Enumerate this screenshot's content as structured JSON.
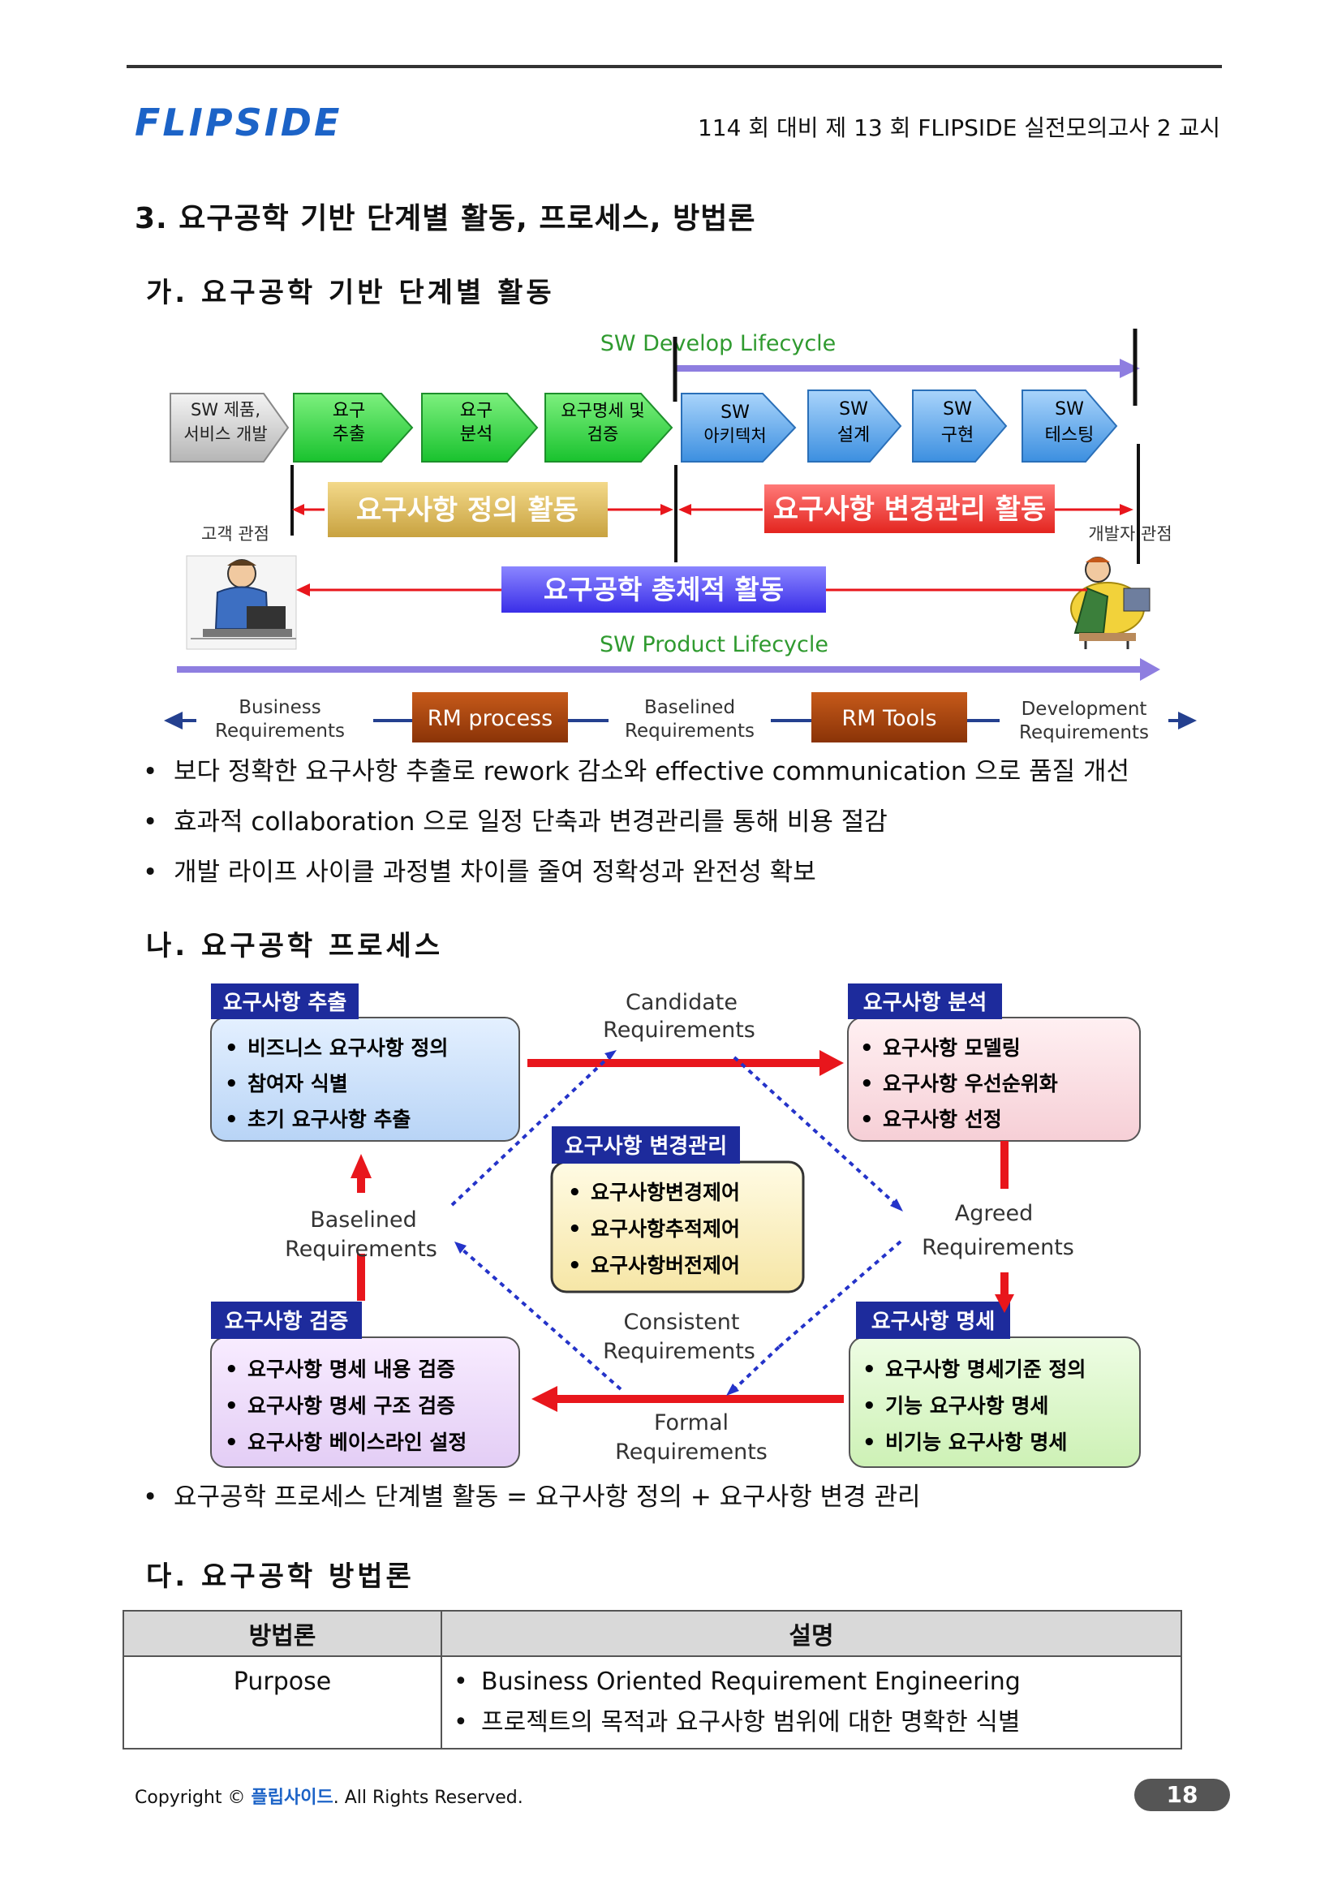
{
  "header": {
    "logo": "FLIPSIDE",
    "title": "114 회 대비 제 13 회 FLIPSIDE 실전모의고사 2 교시"
  },
  "section_title": "3. 요구공학 기반 단계별 활동, 프로세스, 방법론",
  "section_a": {
    "title": "가. 요구공학 기반 단계별 활동",
    "diagram": {
      "lifecycle_top": "SW Develop Lifecycle",
      "stage_start": [
        "SW 제품,",
        "서비스 개발"
      ],
      "stages": [
        [
          "요구",
          "추출"
        ],
        [
          "요구",
          "분석"
        ],
        [
          "요구명세 및",
          "검증"
        ],
        [
          "SW",
          "아키텍처"
        ],
        [
          "SW",
          "설계"
        ],
        [
          "SW",
          "구현"
        ],
        [
          "SW",
          "테스팅"
        ]
      ],
      "activity_define": "요구사항 정의 활동",
      "activity_change": "요구사항 변경관리 활동",
      "activity_overall": "요구공학 총체적 활동",
      "customer_view": "고객 관점",
      "developer_view": "개발자 관점",
      "lifecycle_bottom": "SW Product Lifecycle",
      "flow": {
        "business_req": [
          "Business",
          "Requirements"
        ],
        "rm_process": "RM process",
        "baselined_req": [
          "Baselined",
          "Requirements"
        ],
        "rm_tools": "RM Tools",
        "development_req": [
          "Development",
          "Requirements"
        ]
      }
    },
    "bullets": [
      "보다 정확한 요구사항 추출로 rework 감소와 effective communication 으로 품질 개선",
      "효과적 collaboration 으로 일정 단축과 변경관리를 통해 비용 절감",
      "개발 라이프 사이클 과정별 차이를 줄여 정확성과 완전성 확보"
    ]
  },
  "section_b": {
    "title": "나. 요구공학 프로세스",
    "diagram": {
      "elicitation": {
        "title": "요구사항 추출",
        "items": [
          "비즈니스 요구사항 정의",
          "참여자 식별",
          "초기 요구사항 추출"
        ]
      },
      "analysis": {
        "title": "요구사항 분석",
        "items": [
          "요구사항 모델링",
          "요구사항 우선순위화",
          "요구사항 선정"
        ]
      },
      "change": {
        "title": "요구사항 변경관리",
        "items": [
          "요구사항변경제어",
          "요구사항추적제어",
          "요구사항버전제어"
        ]
      },
      "validation": {
        "title": "요구사항 검증",
        "items": [
          "요구사항 명세 내용 검증",
          "요구사항 명세 구조 검증",
          "요구사항 베이스라인 설정"
        ]
      },
      "specification": {
        "title": "요구사항 명세",
        "items": [
          "요구사항 명세기준 정의",
          "기능 요구사항 명세",
          "비기능 요구사항 명세"
        ]
      },
      "candidate": [
        "Candidate",
        "Requirements"
      ],
      "baselined": [
        "Baselined",
        "Requirements"
      ],
      "agreed": [
        "Agreed",
        "Requirements"
      ],
      "consistent": [
        "Consistent",
        "Requirements"
      ],
      "formal": [
        "Formal",
        "Requirements"
      ]
    },
    "bullets": [
      "요구공학 프로세스 단계별 활동 = 요구사항 정의 + 요구사항 변경 관리"
    ]
  },
  "section_c": {
    "title": "다. 요구공학 방법론",
    "table": {
      "headers": [
        "방법론",
        "설명"
      ],
      "rows": [
        {
          "method": "Purpose",
          "desc": [
            "Business Oriented Requirement Engineering",
            "프로젝트의 목적과 요구사항 범위에 대한 명확한 식별"
          ]
        }
      ]
    }
  },
  "footer": {
    "copyright_prefix": "Copyright ©",
    "brand": "플립사이드",
    "copyright_suffix": ". All Rights Reserved.",
    "page": "18"
  },
  "colors": {
    "brand_blue": "#1c63c7",
    "stage_green": "#33e04a",
    "stage_blue": "#5aaaf0",
    "accent_red": "#e8161c"
  }
}
